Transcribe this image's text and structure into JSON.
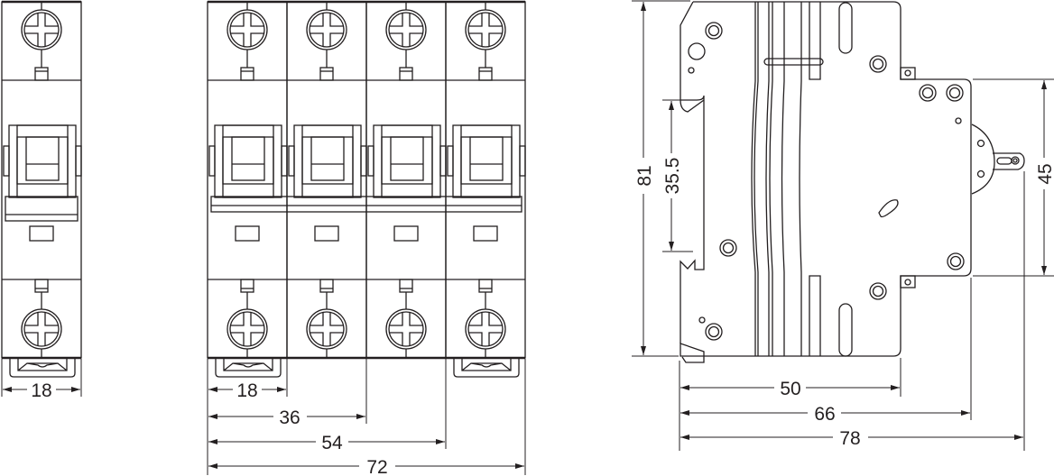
{
  "drawing": {
    "single_pole_view": {
      "width_dimension": "18"
    },
    "four_pole_view": {
      "dimensions": [
        "18",
        "36",
        "54",
        "72"
      ]
    },
    "side_view": {
      "height_total": "81",
      "din_rail_height": "35.5",
      "front_height": "45",
      "depth_dimensions": [
        "50",
        "66",
        "78"
      ]
    },
    "line_color": "#231f20",
    "background_color": "#ffffff"
  }
}
